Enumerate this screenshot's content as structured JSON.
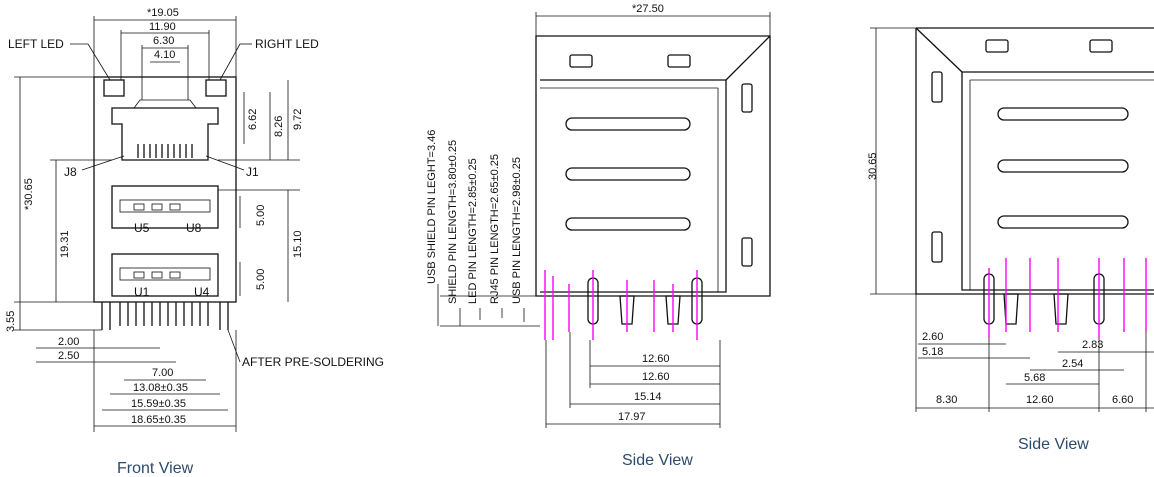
{
  "colors": {
    "line": "#111111",
    "pins": "#ff00ff",
    "caption": "#2c4a6e"
  },
  "front": {
    "caption": "Front View",
    "labels": {
      "left_led": "LEFT LED",
      "right_led": "RIGHT LED",
      "j8": "J8",
      "j1": "J1",
      "u5": "U5",
      "u8": "U8",
      "u1": "U1",
      "u4": "U4",
      "after": "AFTER PRE-SOLDERING"
    },
    "dims": {
      "w1905": "*19.05",
      "w1190": "11.90",
      "w630": "6.30",
      "w410": "4.10",
      "h662": "6.62",
      "h826": "8.26",
      "h972": "9.72",
      "h3065": "*30.65",
      "h1931": "19.31",
      "h500a": "5.00",
      "h1510": "15.10",
      "h500b": "5.00",
      "h355": "3.55",
      "b200": "2.00",
      "b250": "2.50",
      "b700": "7.00",
      "b1308": "13.08±0.35",
      "b1559": "15.59±0.35",
      "b1865": "18.65±0.35"
    }
  },
  "side1": {
    "caption": "Side View",
    "dims": {
      "top": "*27.50",
      "d1260a": "12.60",
      "d1260b": "12.60",
      "d1514": "15.14",
      "d1797": "17.97"
    },
    "pin_lengths": [
      "USB SHIELD PIN LEGHT=3.46",
      "SHIELD PIN LENGTH=3.80±0.25",
      "LED PIN LENGTH=2.85±0.25",
      "RJ45 PIN LENGTH=2.65±0.25",
      "USB PIN LENGTH=2.98±0.25"
    ]
  },
  "side2": {
    "caption": "Side View",
    "dims": {
      "h3065": "30.65",
      "d260": "2.60",
      "d518": "5.18",
      "d283": "2.83",
      "d254": "2.54",
      "d568": "5.68",
      "d830": "8.30",
      "d1260": "12.60",
      "d660": "6.60"
    }
  }
}
